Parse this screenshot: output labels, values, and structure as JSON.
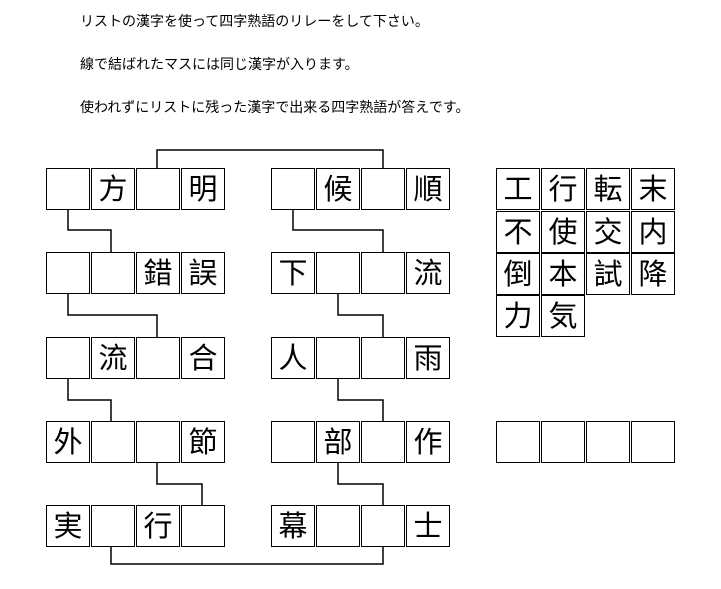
{
  "instructions": [
    "リストの漢字を使って四字熟語のリレーをして下さい。",
    "線で結ばれたマスには同じ漢字が入ります。",
    "使われずにリストに残った漢字で出来る四字熟語が答えです。"
  ],
  "left_column": [
    [
      "",
      "方",
      "",
      "明"
    ],
    [
      "",
      "",
      "錯",
      "誤"
    ],
    [
      "",
      "流",
      "",
      "合"
    ],
    [
      "外",
      "",
      "",
      "節"
    ],
    [
      "実",
      "",
      "行",
      ""
    ]
  ],
  "right_column": [
    [
      "",
      "候",
      "",
      "順"
    ],
    [
      "下",
      "",
      "",
      "流"
    ],
    [
      "人",
      "",
      "",
      "雨"
    ],
    [
      "",
      "部",
      "",
      "作"
    ],
    [
      "幕",
      "",
      "",
      "士"
    ]
  ],
  "kanji_list": [
    [
      "工",
      "行",
      "転",
      "末"
    ],
    [
      "不",
      "使",
      "交",
      "内"
    ],
    [
      "倒",
      "本",
      "試",
      "降"
    ],
    [
      "力",
      "気"
    ]
  ],
  "answer_boxes": [
    "",
    "",
    "",
    ""
  ]
}
